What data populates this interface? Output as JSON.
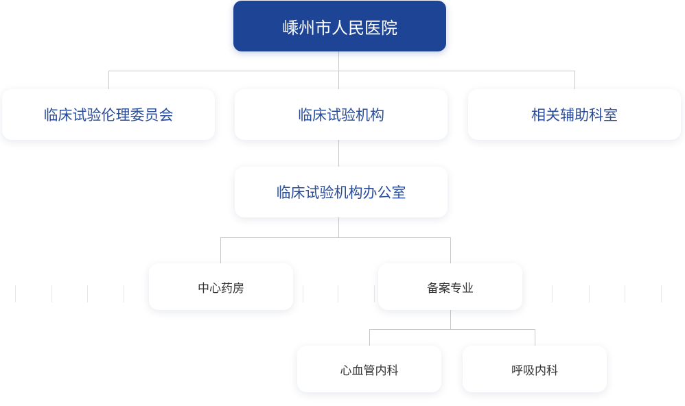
{
  "org_chart": {
    "root": {
      "label": "嵊州市人民医院"
    },
    "level1": [
      {
        "label": "临床试验伦理委员会"
      },
      {
        "label": "临床试验机构"
      },
      {
        "label": "相关辅助科室"
      }
    ],
    "office": {
      "label": "临床试验机构办公室"
    },
    "level3": [
      {
        "label": "中心药房"
      },
      {
        "label": "备案专业"
      }
    ],
    "specialties": [
      {
        "label": "心血管内科"
      },
      {
        "label": "呼吸内科"
      }
    ]
  },
  "colors": {
    "root_bg": "#1e4496",
    "node_text_blue": "#2a4d9a",
    "node_text_dark": "#333333",
    "connector": "#c9c9c9"
  }
}
